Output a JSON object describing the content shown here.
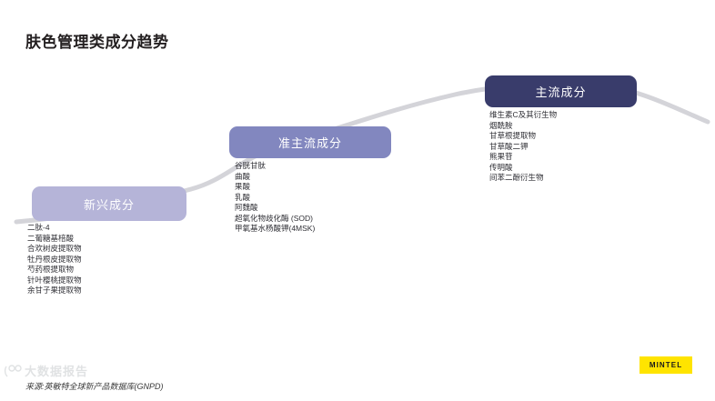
{
  "slide": {
    "title": "肤色管理类成分趋势",
    "footnote": "来源:英敏特全球新产品数据库(GNPD)",
    "watermark_text": "大数据报告",
    "brand_logo_text": "MINTEL",
    "colors": {
      "emerging": "#b5b4d8",
      "semi_mainstream": "#8287bf",
      "mainstream": "#393c6b",
      "curve": "#d4d4d9",
      "brand_yellow": "#ffe400",
      "title_text": "#231f20"
    }
  },
  "stages": [
    {
      "key": "emerging",
      "label": "新兴成分",
      "ingredients": [
        "二肽-4",
        "二葡糖基棓酸",
        "合欢树皮提取物",
        "牡丹根皮提取物",
        "芍药根提取物",
        "针叶樱桃提取物",
        "余甘子果提取物"
      ]
    },
    {
      "key": "semi_mainstream",
      "label": "准主流成分",
      "ingredients": [
        "谷胱甘肽",
        "曲酸",
        "果酸",
        "乳酸",
        "阿魏酸",
        "超氧化物歧化酶 (SOD)",
        "甲氧基水杨酸钾(4MSK)"
      ]
    },
    {
      "key": "mainstream",
      "label": "主流成分",
      "ingredients": [
        "维生素C及其衍生物",
        "烟酰胺",
        "甘草根提取物",
        "甘草酸二钾",
        "熊果苷",
        "传明酸",
        "间苯二酚衍生物"
      ]
    }
  ]
}
